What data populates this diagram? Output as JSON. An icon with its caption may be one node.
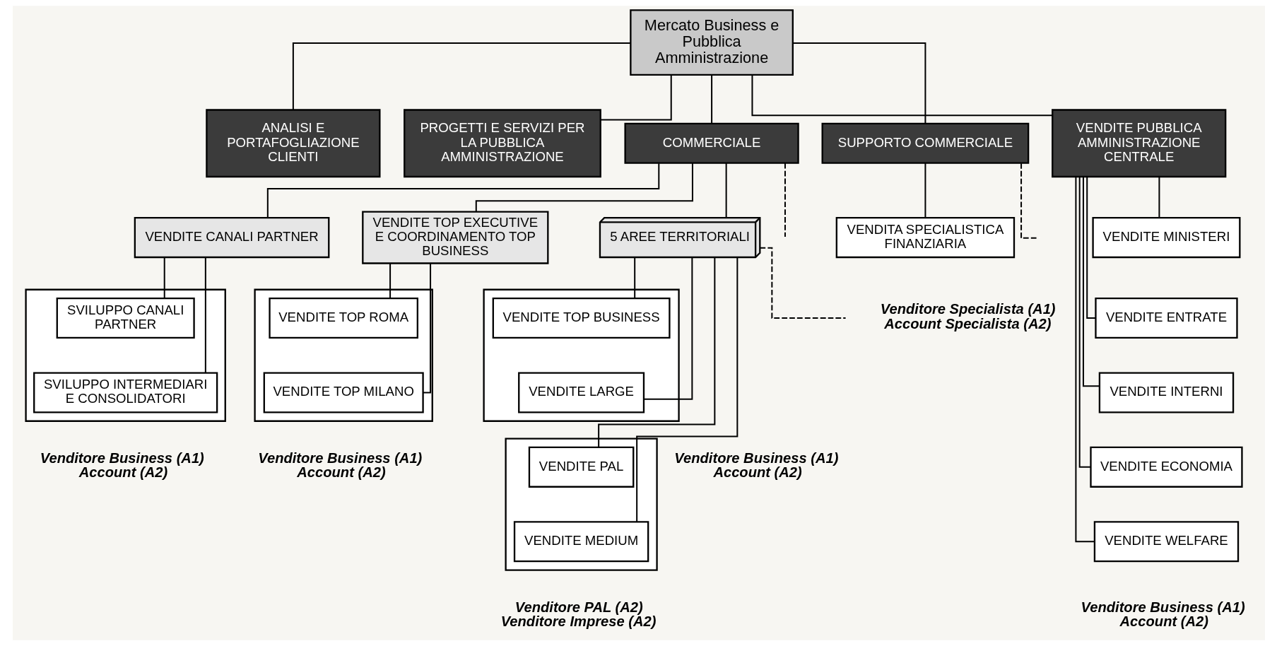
{
  "diagram": {
    "nodes": [
      {
        "text": [
          "Mercato Business e Pubblica Amministrazione"
        ]
      },
      {
        "text": [
          "ANALISI E PORTAFOGLIAZIONE CLIENTI"
        ]
      },
      {
        "text": [
          "PROGETTI E SERVIZI PER LA PUBBLICA AMMINISTRAZIONE"
        ]
      },
      {
        "text": [
          "COMMERCIALE"
        ]
      },
      {
        "text": [
          "SUPPORTO COMMERCIALE"
        ]
      },
      {
        "text": [
          "VENDITE PUBBLICA AMMINISTRAZIONE CENTRALE"
        ],
        "beside": [
          "Venditore Business (A1)",
          "Account (A2)"
        ]
      },
      {
        "text": [
          "VENDITA SPECIALISTICA FINANZIARIA"
        ],
        "beside": [
          "Venditore Specialista (A1)",
          "Account Specialista (A2)"
        ]
      },
      {
        "text": [
          "VENDITE MINISTERI"
        ]
      },
      {
        "text": [
          "VENDITE ENTRATE"
        ]
      },
      {
        "text": [
          "VENDITE INTERNI"
        ]
      },
      {
        "text": [
          "VENDITE ECONOMIA"
        ]
      },
      {
        "text": [
          "VENDITE WELFARE"
        ]
      },
      {
        "text": [
          "VENDITE CANALI PARTNER"
        ]
      },
      {
        "text": [],
        "shape": "box",
        "beside": [
          "Venditore Business (A1)",
          "Account (A2)"
        ]
      },
      {
        "text": [
          "SVILUPPO CANALI PARTNER"
        ],
        "in": 13
      },
      {
        "text": [
          "SVILUPPO INTERMEDIARI E CONSOLIDATORI"
        ],
        "in": 13
      },
      {
        "text": [
          "VENDITE TOP EXECUTIVE E COORDINAMENTO TOP BUSINESS"
        ]
      },
      {
        "text": [],
        "shape": "box",
        "beside": [
          "Venditore Business (A1)",
          "Account (A2)"
        ]
      },
      {
        "text": [
          "VENDITE TOP ROMA"
        ],
        "in": 17
      },
      {
        "text": [
          "VENDITE TOP MILANO"
        ],
        "in": 17
      },
      {
        "text": [
          "5 AREE TERRITORIALI"
        ]
      },
      {
        "text": [],
        "shape": "box",
        "beside": [
          "Venditore Business (A1)",
          "Account (A2)"
        ]
      },
      {
        "text": [
          "VENDITE TOP BUSINESS"
        ],
        "in": 21
      },
      {
        "text": [
          "VENDITE LARGE"
        ],
        "in": 21
      },
      {
        "text": [],
        "shape": "box",
        "beside": [
          "Venditore PAL (A2)",
          "Venditore Imprese (A2)"
        ]
      },
      {
        "text": [
          "VENDITE PAL"
        ],
        "in": 24
      },
      {
        "text": [
          "VENDITE MEDIUM"
        ],
        "in": 24
      }
    ],
    "edges": [
      {
        "from": 0,
        "to": 1,
        "arrow": "none"
      },
      {
        "from": 0,
        "to": 2,
        "arrow": "none"
      },
      {
        "from": 0,
        "to": 3,
        "arrow": "none"
      },
      {
        "from": 0,
        "to": 4,
        "arrow": "none"
      },
      {
        "from": 0,
        "to": 5,
        "arrow": "none"
      },
      {
        "from": 4,
        "to": 6,
        "arrow": "none"
      },
      {
        "from": 4,
        "to": null,
        "arrow": "none",
        "style": "dashed"
      },
      {
        "from": 5,
        "to": 7,
        "arrow": "none"
      },
      {
        "from": 5,
        "to": 8,
        "arrow": "none"
      },
      {
        "from": 5,
        "to": 9,
        "arrow": "none"
      },
      {
        "from": 5,
        "to": 10,
        "arrow": "none"
      },
      {
        "from": 5,
        "to": 11,
        "arrow": "none"
      },
      {
        "from": 3,
        "to": null,
        "arrow": "none",
        "style": "dashed"
      },
      {
        "from": 3,
        "to": 12,
        "arrow": "none"
      },
      {
        "from": 3,
        "to": 16,
        "arrow": "none"
      },
      {
        "from": 3,
        "to": 20,
        "arrow": "none"
      },
      {
        "from": 12,
        "to": 14,
        "arrow": "none"
      },
      {
        "from": 12,
        "to": 15,
        "arrow": "none"
      },
      {
        "from": 16,
        "to": 18,
        "arrow": "none"
      },
      {
        "from": 16,
        "to": 19,
        "arrow": "none"
      },
      {
        "from": 20,
        "to": 22,
        "arrow": "none"
      },
      {
        "from": 20,
        "to": 23,
        "arrow": "none"
      },
      {
        "from": 20,
        "to": 25,
        "arrow": "none"
      },
      {
        "from": 20,
        "to": 26,
        "arrow": "none"
      },
      {
        "from": 20,
        "to": null,
        "arrow": "none",
        "style": "dashed"
      }
    ]
  }
}
